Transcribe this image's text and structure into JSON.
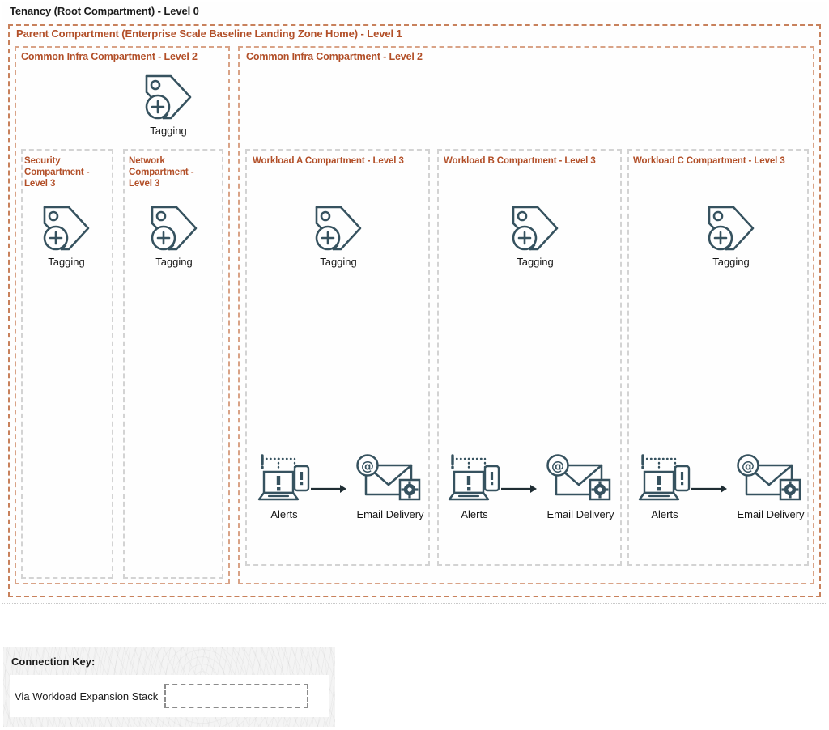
{
  "diagram": {
    "tenancy": {
      "label": "Tenancy (Root Compartment) - Level 0"
    },
    "parent": {
      "label": "Parent Compartment (Enterprise Scale Baseline Landing Zone Home) - Level 1"
    },
    "infra_left": {
      "label": "Common Infra Compartment - Level 2"
    },
    "infra_right": {
      "label": "Common Infra Compartment - Level 2"
    },
    "security": {
      "label": "Security Compartment - Level 3"
    },
    "network": {
      "label": "Network Compartment - Level 3"
    },
    "workload_a": {
      "label": "Workload A Compartment - Level 3"
    },
    "workload_b": {
      "label": "Workload B Compartment - Level 3"
    },
    "workload_c": {
      "label": "Workload C Compartment - Level 3"
    },
    "icons": {
      "tagging": "Tagging",
      "alerts": "Alerts",
      "email_delivery": "Email Delivery"
    }
  },
  "connection_key": {
    "title": "Connection Key:",
    "entries": [
      {
        "label": "Via Workload Expansion Stack",
        "style": "dashed-gray-rectangle"
      }
    ]
  },
  "colors": {
    "compartment_orange": "#b24f28",
    "compartment_border_orange": "#c8815c",
    "compartment_border_orange_light": "#d9a387",
    "compartment_border_gray": "#d3d3d3",
    "tenancy_border": "#c9c9c9",
    "icon_stroke": "#36525f",
    "text_dark": "#1b1b1b",
    "key_swatch_border": "#8c8c8c"
  }
}
